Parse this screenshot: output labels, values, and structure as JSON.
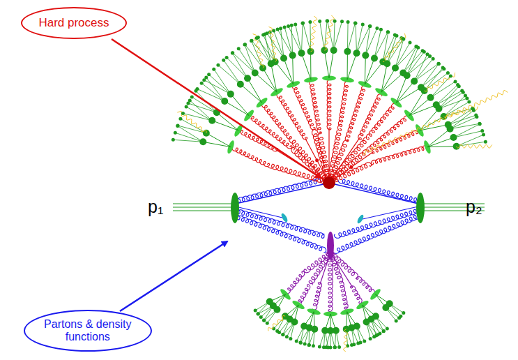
{
  "diagram": {
    "nodes": [
      {
        "text": [
          "Hard process"
        ]
      },
      {
        "text": [
          "Partons & density functions"
        ]
      }
    ],
    "labels": [
      "p₁",
      "p₂"
    ]
  }
}
